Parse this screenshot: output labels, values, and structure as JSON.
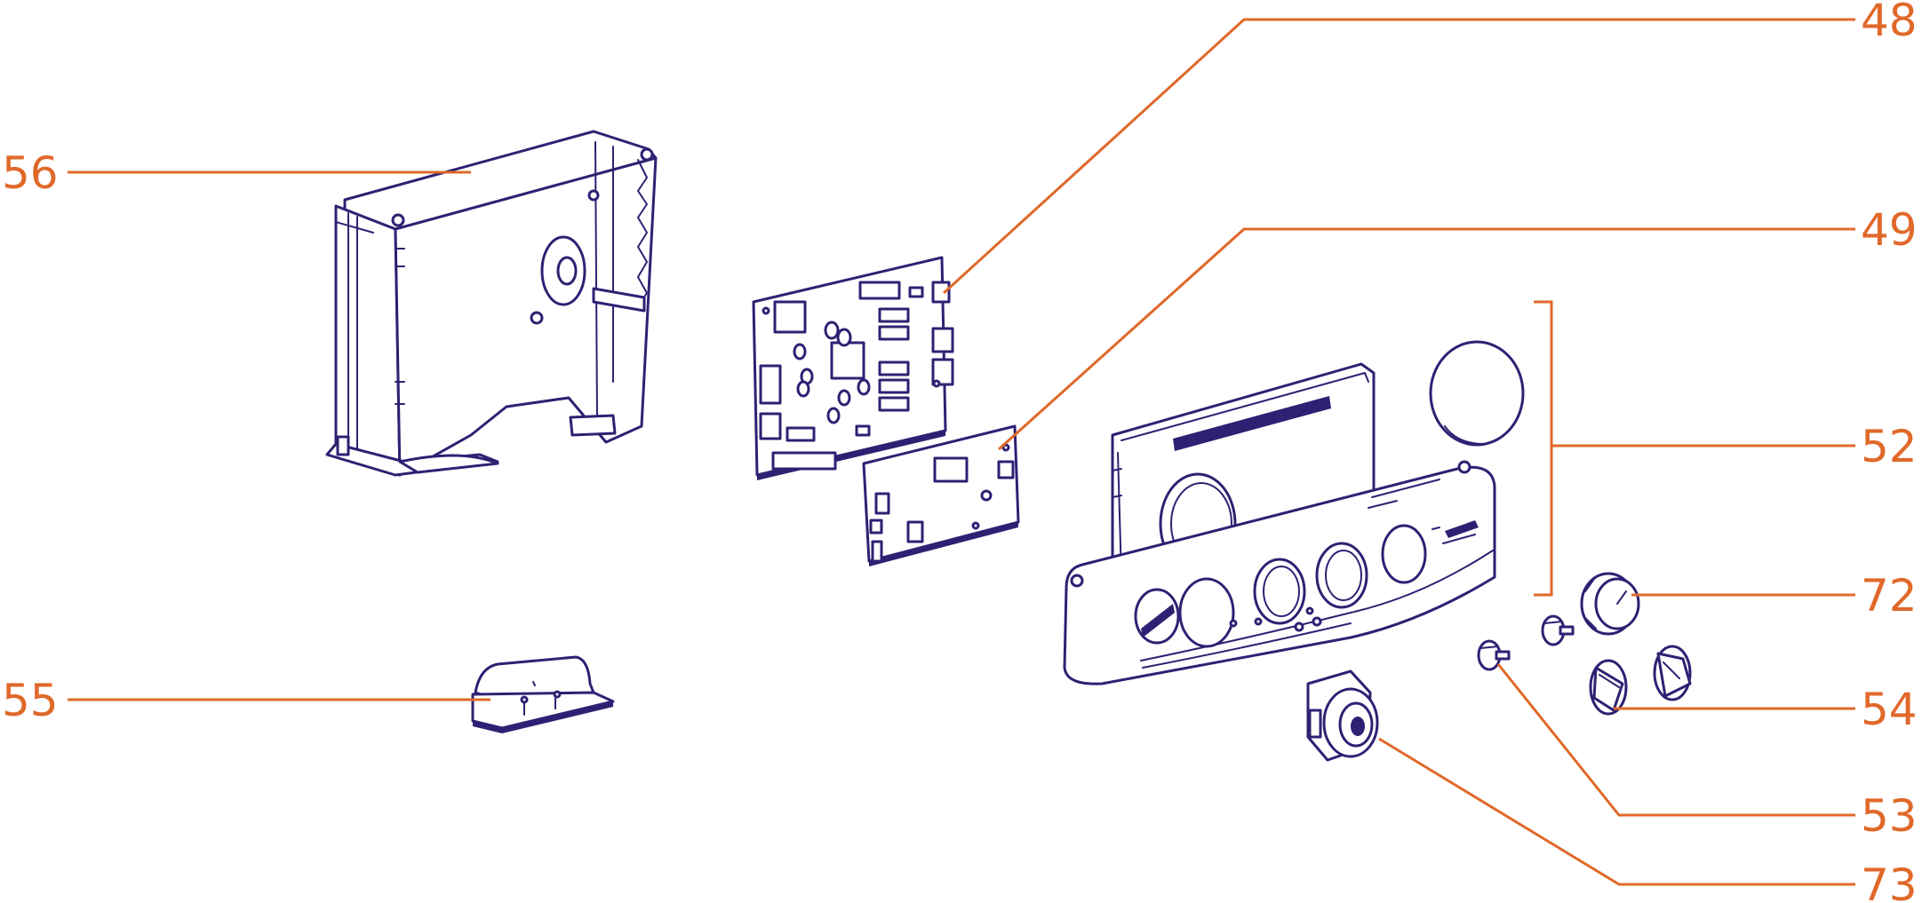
{
  "colors": {
    "line_art": "#2e2173",
    "callout": "#e0692a",
    "background": "#ffffff"
  },
  "callouts": [
    {
      "id": "48",
      "label": "48"
    },
    {
      "id": "49",
      "label": "49"
    },
    {
      "id": "52",
      "label": "52"
    },
    {
      "id": "53",
      "label": "53"
    },
    {
      "id": "54",
      "label": "54"
    },
    {
      "id": "55",
      "label": "55"
    },
    {
      "id": "56",
      "label": "56"
    },
    {
      "id": "72",
      "label": "72"
    },
    {
      "id": "73",
      "label": "73"
    }
  ]
}
